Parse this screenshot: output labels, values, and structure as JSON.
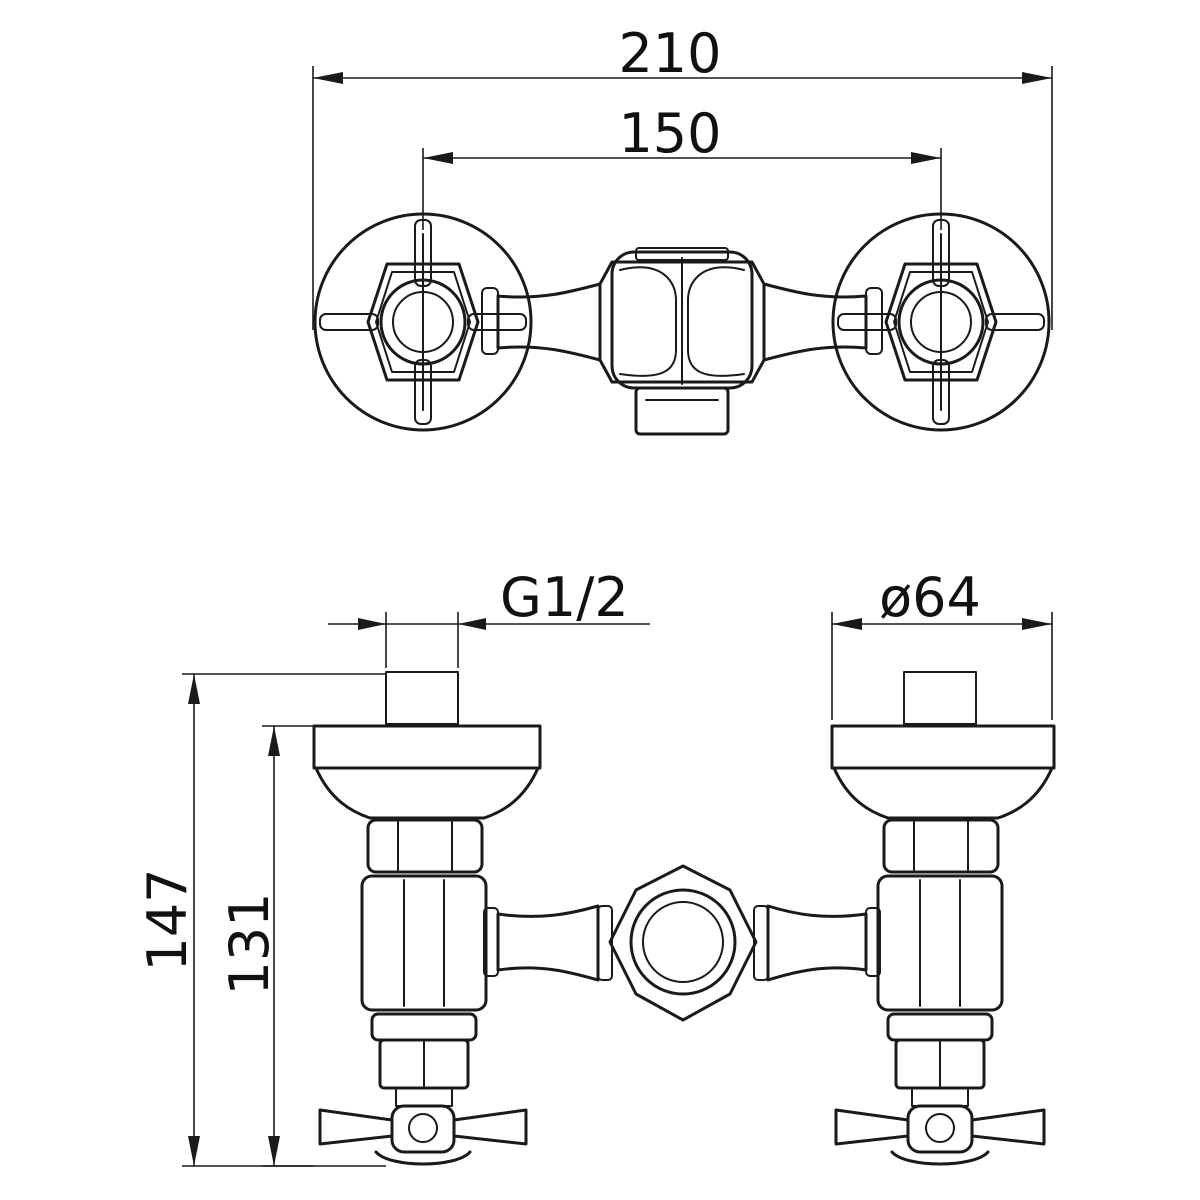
{
  "dimensions": {
    "overall_width": "210",
    "center_distance": "150",
    "thread_size": "G1/2",
    "flange_diameter": "ø64",
    "overall_height": "147",
    "body_height": "131"
  },
  "colors": {
    "line": "#1a1a1a",
    "background": "#ffffff"
  }
}
